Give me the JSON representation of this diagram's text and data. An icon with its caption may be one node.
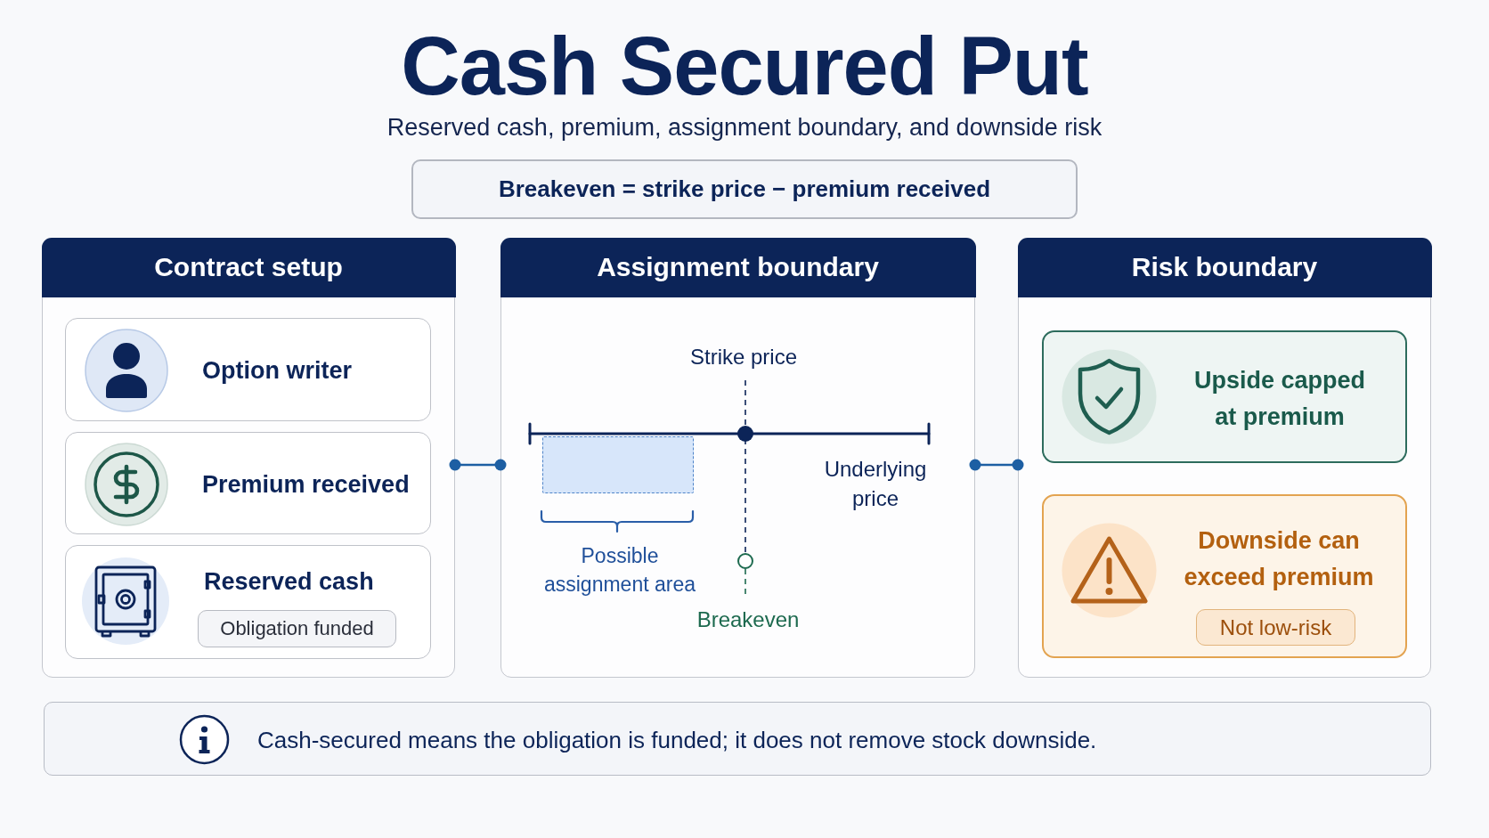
{
  "diagram": {
    "title": "Cash Secured Put",
    "nodes": [
      {
        "text": [
          "Breakeven = strike price − premium received"
        ]
      },
      {
        "text": [
          "Contract setup"
        ]
      },
      {
        "text": [
          "Option writer"
        ],
        "in": 1
      },
      {
        "text": [
          "Premium received"
        ],
        "in": 1
      },
      {
        "text": [
          "Reserved cash"
        ],
        "in": 1
      },
      {
        "text": [
          "Obligation funded"
        ],
        "in": 4
      },
      {
        "text": [
          "Assignment boundary"
        ]
      },
      {
        "text": [],
        "shape": "box",
        "in": 6,
        "beside": [
          "Possible assignment area"
        ]
      },
      {
        "text": [
          "Risk boundary"
        ]
      },
      {
        "text": [
          "Upside capped at premium"
        ],
        "in": 8
      },
      {
        "text": [
          "Downside can exceed premium"
        ],
        "in": 8
      },
      {
        "text": [
          "Not low-risk"
        ],
        "in": 10
      },
      {
        "text": [
          "Cash-secured means the obligation is funded; it does not remove stock downside."
        ]
      }
    ],
    "edges": [
      {
        "from": 1,
        "to": 6,
        "arrow": "other"
      },
      {
        "from": 6,
        "to": 8,
        "arrow": "other"
      }
    ],
    "labels": [
      "Reserved cash, premium, assignment boundary, and downside risk",
      "Strike price",
      "Underlying price",
      "Breakeven"
    ]
  }
}
